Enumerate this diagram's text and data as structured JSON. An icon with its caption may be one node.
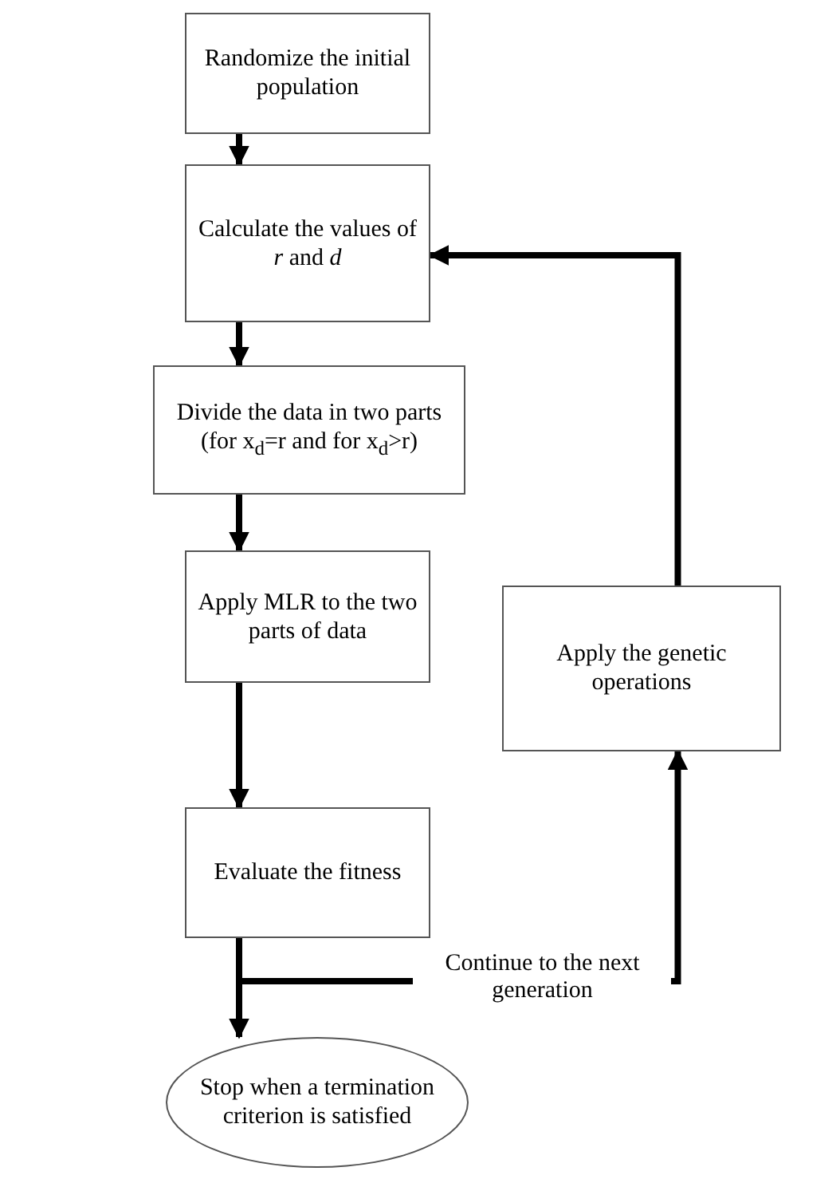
{
  "diagram": {
    "nodes": [
      {
        "text": [
          "Randomize the initial population"
        ]
      },
      {
        "text": [
          "Calculate the values of *r* and *d*"
        ]
      },
      {
        "text": [
          "Divide the data in two parts (for x$_{d}$=r and for x$_{d}$>r)"
        ]
      },
      {
        "text": [
          "Apply MLR to the two parts of data"
        ]
      },
      {
        "text": [
          "Evaluate the fitness"
        ]
      },
      {
        "text": [
          "Stop when a termination criterion is satisfied"
        ]
      },
      {
        "text": [
          "Apply the genetic operations"
        ]
      }
    ],
    "edges": [
      {
        "from": 0,
        "to": 1,
        "arrow": "to"
      },
      {
        "from": 1,
        "to": 2,
        "arrow": "to"
      },
      {
        "from": 2,
        "to": 3,
        "arrow": "to"
      },
      {
        "from": 3,
        "to": 4,
        "arrow": "to"
      },
      {
        "from": 4,
        "to": 5,
        "arrow": "to"
      },
      {
        "from": 4,
        "to": 6,
        "arrow": "to",
        "label": "Continue to the next generation"
      },
      {
        "from": 6,
        "to": 1,
        "arrow": "to"
      }
    ]
  }
}
